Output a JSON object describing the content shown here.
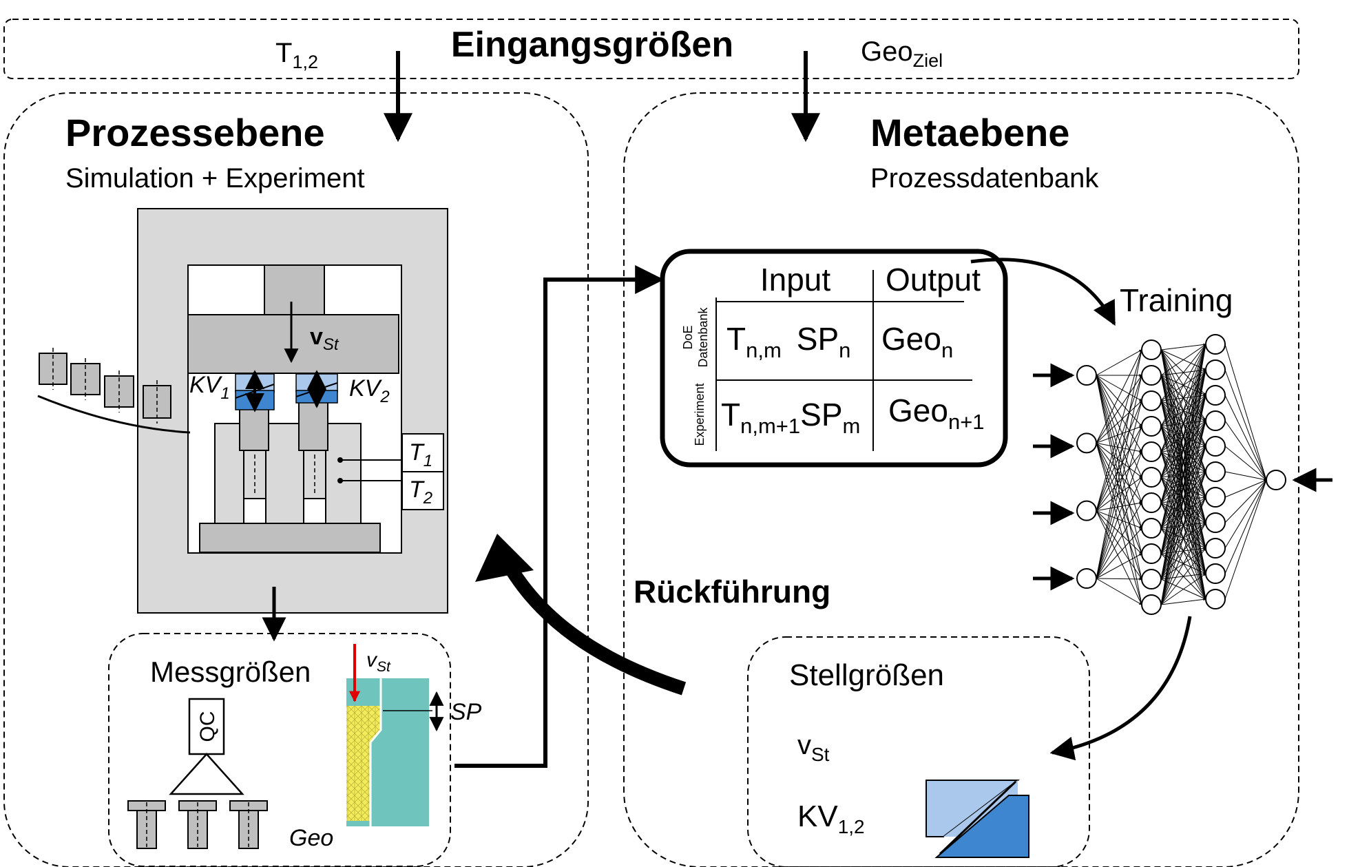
{
  "header": {
    "title": "Eingangsgrößen",
    "input_t_main": "T",
    "input_t_sub": "1,2",
    "input_geo_main": "Geo",
    "input_geo_sub": "Ziel"
  },
  "process_level": {
    "title": "Prozessebene",
    "subtitle": "Simulation + Experiment",
    "v_main": "v",
    "v_sub": "St",
    "kv1_main": "KV",
    "kv1_sub": "1",
    "kv2_main": "KV",
    "kv2_sub": "2",
    "t1_main": "T",
    "t1_sub": "1",
    "t2_main": "T",
    "t2_sub": "2"
  },
  "measurements": {
    "title": "Messgrößen",
    "qc_label": "QC",
    "v_main": "v",
    "v_sub": "St",
    "sp_label": "SP",
    "geo_label": "Geo"
  },
  "meta_level": {
    "title": "Metaebene",
    "subtitle": "Prozessdatenbank"
  },
  "database": {
    "col_input": "Input",
    "col_output": "Output",
    "row1_label_line1": "DoE",
    "row1_label_line2": "Datenbank",
    "row2_label": "Experiment",
    "row1_t_main": "T",
    "row1_t_sub": "n,m",
    "row1_sp_main": "SP",
    "row1_sp_sub": "n",
    "row1_geo_main": "Geo",
    "row1_geo_sub": "n",
    "row2_t_main": "T",
    "row2_t_sub": "n,m+1",
    "row2_sp_main": "SP",
    "row2_sp_sub": "m",
    "row2_geo_main": "Geo",
    "row2_geo_sub": "n+1"
  },
  "training_label": "Training",
  "feedback_label": "Rückführung",
  "control_vars": {
    "title": "Stellgrößen",
    "v_main": "v",
    "v_sub": "St",
    "kv_main": "KV",
    "kv_sub": "1,2"
  },
  "colors": {
    "press_gray": "#d9d9d9",
    "part_gray": "#bfbfbf",
    "light_blue": "#a9c8ec",
    "dark_blue": "#3f86d1",
    "teal": "#6fc5bd",
    "mesh_yellow": "#f2ec5a",
    "red_arrow": "#e00000",
    "line": "#000000"
  },
  "neural_network": {
    "input_nodes": 4,
    "hidden_layer_1_nodes": 11,
    "hidden_layer_2_nodes": 11,
    "output_nodes": 1
  }
}
